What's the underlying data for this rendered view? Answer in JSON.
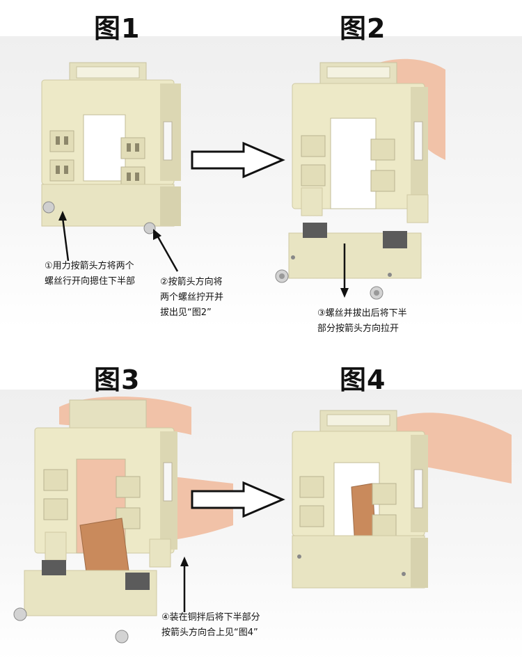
{
  "figures": [
    {
      "title": "图1",
      "captions": [
        {
          "lines": [
            "①用力按箭头方将两个",
            "螺丝行开向摁住下半部"
          ]
        },
        {
          "lines": [
            "②按箭头方向将",
            "两个螺丝拧开并",
            "拔出见“图2”"
          ]
        }
      ]
    },
    {
      "title": "图2",
      "captions": [
        {
          "lines": [
            "③螺丝并拔出后将下半",
            "部分按箭头方向拉开"
          ]
        }
      ]
    },
    {
      "title": "图3",
      "captions": [
        {
          "lines": [
            "④装在铜拌后将下半部分",
            "按箭头方向合上见“图4”"
          ]
        }
      ]
    },
    {
      "title": "图4",
      "captions": []
    }
  ],
  "colors": {
    "housing": "#ede9c7",
    "housing_shadow": "#d4cfa8",
    "copper": "#c98a5c",
    "skin": "#f1c2a8",
    "arrow": "#111111"
  }
}
